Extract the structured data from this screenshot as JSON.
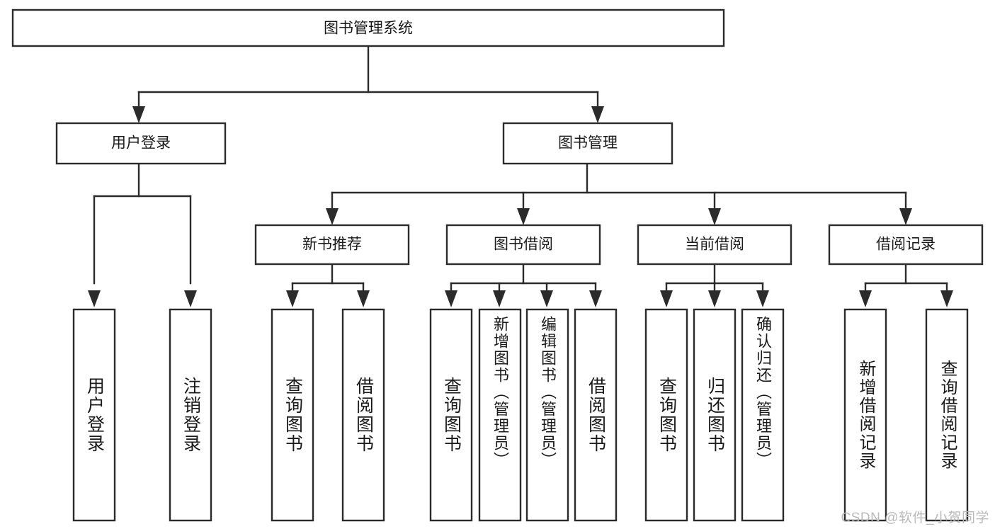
{
  "diagram": {
    "title": "图书管理系统",
    "type": "hierarchy-tree",
    "watermark": "CSDN @软件_小贺同学",
    "colors": {
      "stroke": "#2b2b2b",
      "fill": "#ffffff",
      "text": "#1a1a1a",
      "watermark": "#b9b9b9"
    },
    "levels": {
      "root": {
        "label": "图书管理系统"
      },
      "level2": [
        {
          "label": "用户登录"
        },
        {
          "label": "图书管理"
        }
      ],
      "level3": [
        {
          "label": "新书推荐"
        },
        {
          "label": "图书借阅"
        },
        {
          "label": "当前借阅"
        },
        {
          "label": "借阅记录"
        }
      ]
    },
    "leaves": {
      "user_login": [
        {
          "label": "用户登录"
        },
        {
          "label": "注销登录"
        }
      ],
      "new_book_recommend": [
        {
          "label": "查询图书"
        },
        {
          "label": "借阅图书"
        }
      ],
      "book_borrow": [
        {
          "label": "查询图书"
        },
        {
          "label": "新增图书（管理员）"
        },
        {
          "label": "编辑图书（管理员）"
        },
        {
          "label": "借阅图书"
        }
      ],
      "current_borrow": [
        {
          "label": "查询图书"
        },
        {
          "label": "归还图书"
        },
        {
          "label": "确认归还（管理员）"
        }
      ],
      "borrow_record": [
        {
          "label": "新增借阅记录"
        },
        {
          "label": "查询借阅记录"
        }
      ]
    }
  }
}
